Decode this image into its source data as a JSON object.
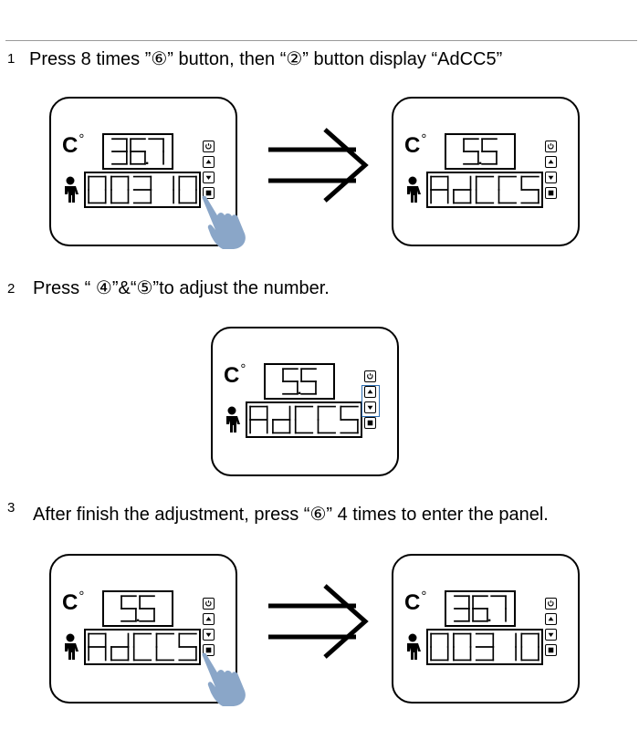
{
  "steps": [
    {
      "number": "1",
      "text": "Press 8 times ”⑥”  button, then “②” button display “AdCC5”"
    },
    {
      "number": "2",
      "text": "Press “ ④”&“⑤”to adjust the number."
    },
    {
      "number": "3",
      "text": "After finish the adjustment, press “⑥” 4 times to enter the panel."
    }
  ],
  "display": {
    "unit": "C°",
    "temp_normal": "36.7",
    "temp_setting": "5.5",
    "code_normal": "00310",
    "code_setting": "AdCC5"
  },
  "icons": {
    "person": "person-icon",
    "hand": "pointing-hand-icon",
    "arrow": "double-right-arrow-icon",
    "buttons": [
      "refresh-button-icon",
      "up-button-icon",
      "down-button-icon",
      "stop-button-icon"
    ]
  },
  "colors": {
    "hand": "#8aa6c8",
    "highlight": "#2b6cb0",
    "rule": "#9a9a9a"
  }
}
